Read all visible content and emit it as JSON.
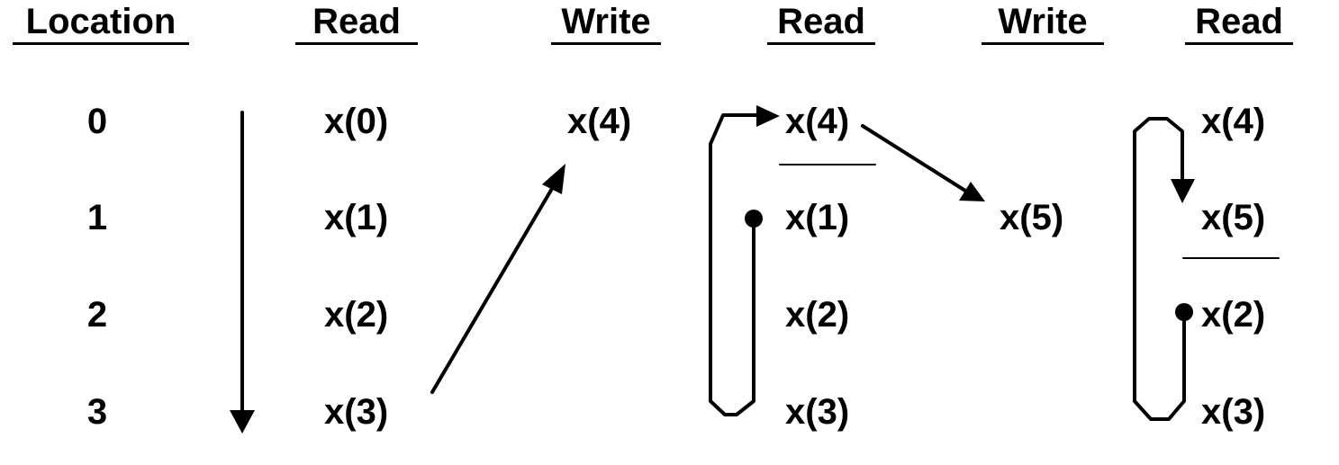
{
  "headers": {
    "location": "Location",
    "read1": "Read",
    "write1": "Write",
    "read2": "Read",
    "write2": "Write",
    "read3": "Read"
  },
  "locations": [
    "0",
    "1",
    "2",
    "3"
  ],
  "read1": [
    "x(0)",
    "x(1)",
    "x(2)",
    "x(3)"
  ],
  "write1": [
    "x(4)"
  ],
  "read2": [
    "x(4)",
    "x(1)",
    "x(2)",
    "x(3)"
  ],
  "write2": [
    "x(5)"
  ],
  "read3": [
    "x(4)",
    "x(5)",
    "x(2)",
    "x(3)"
  ]
}
